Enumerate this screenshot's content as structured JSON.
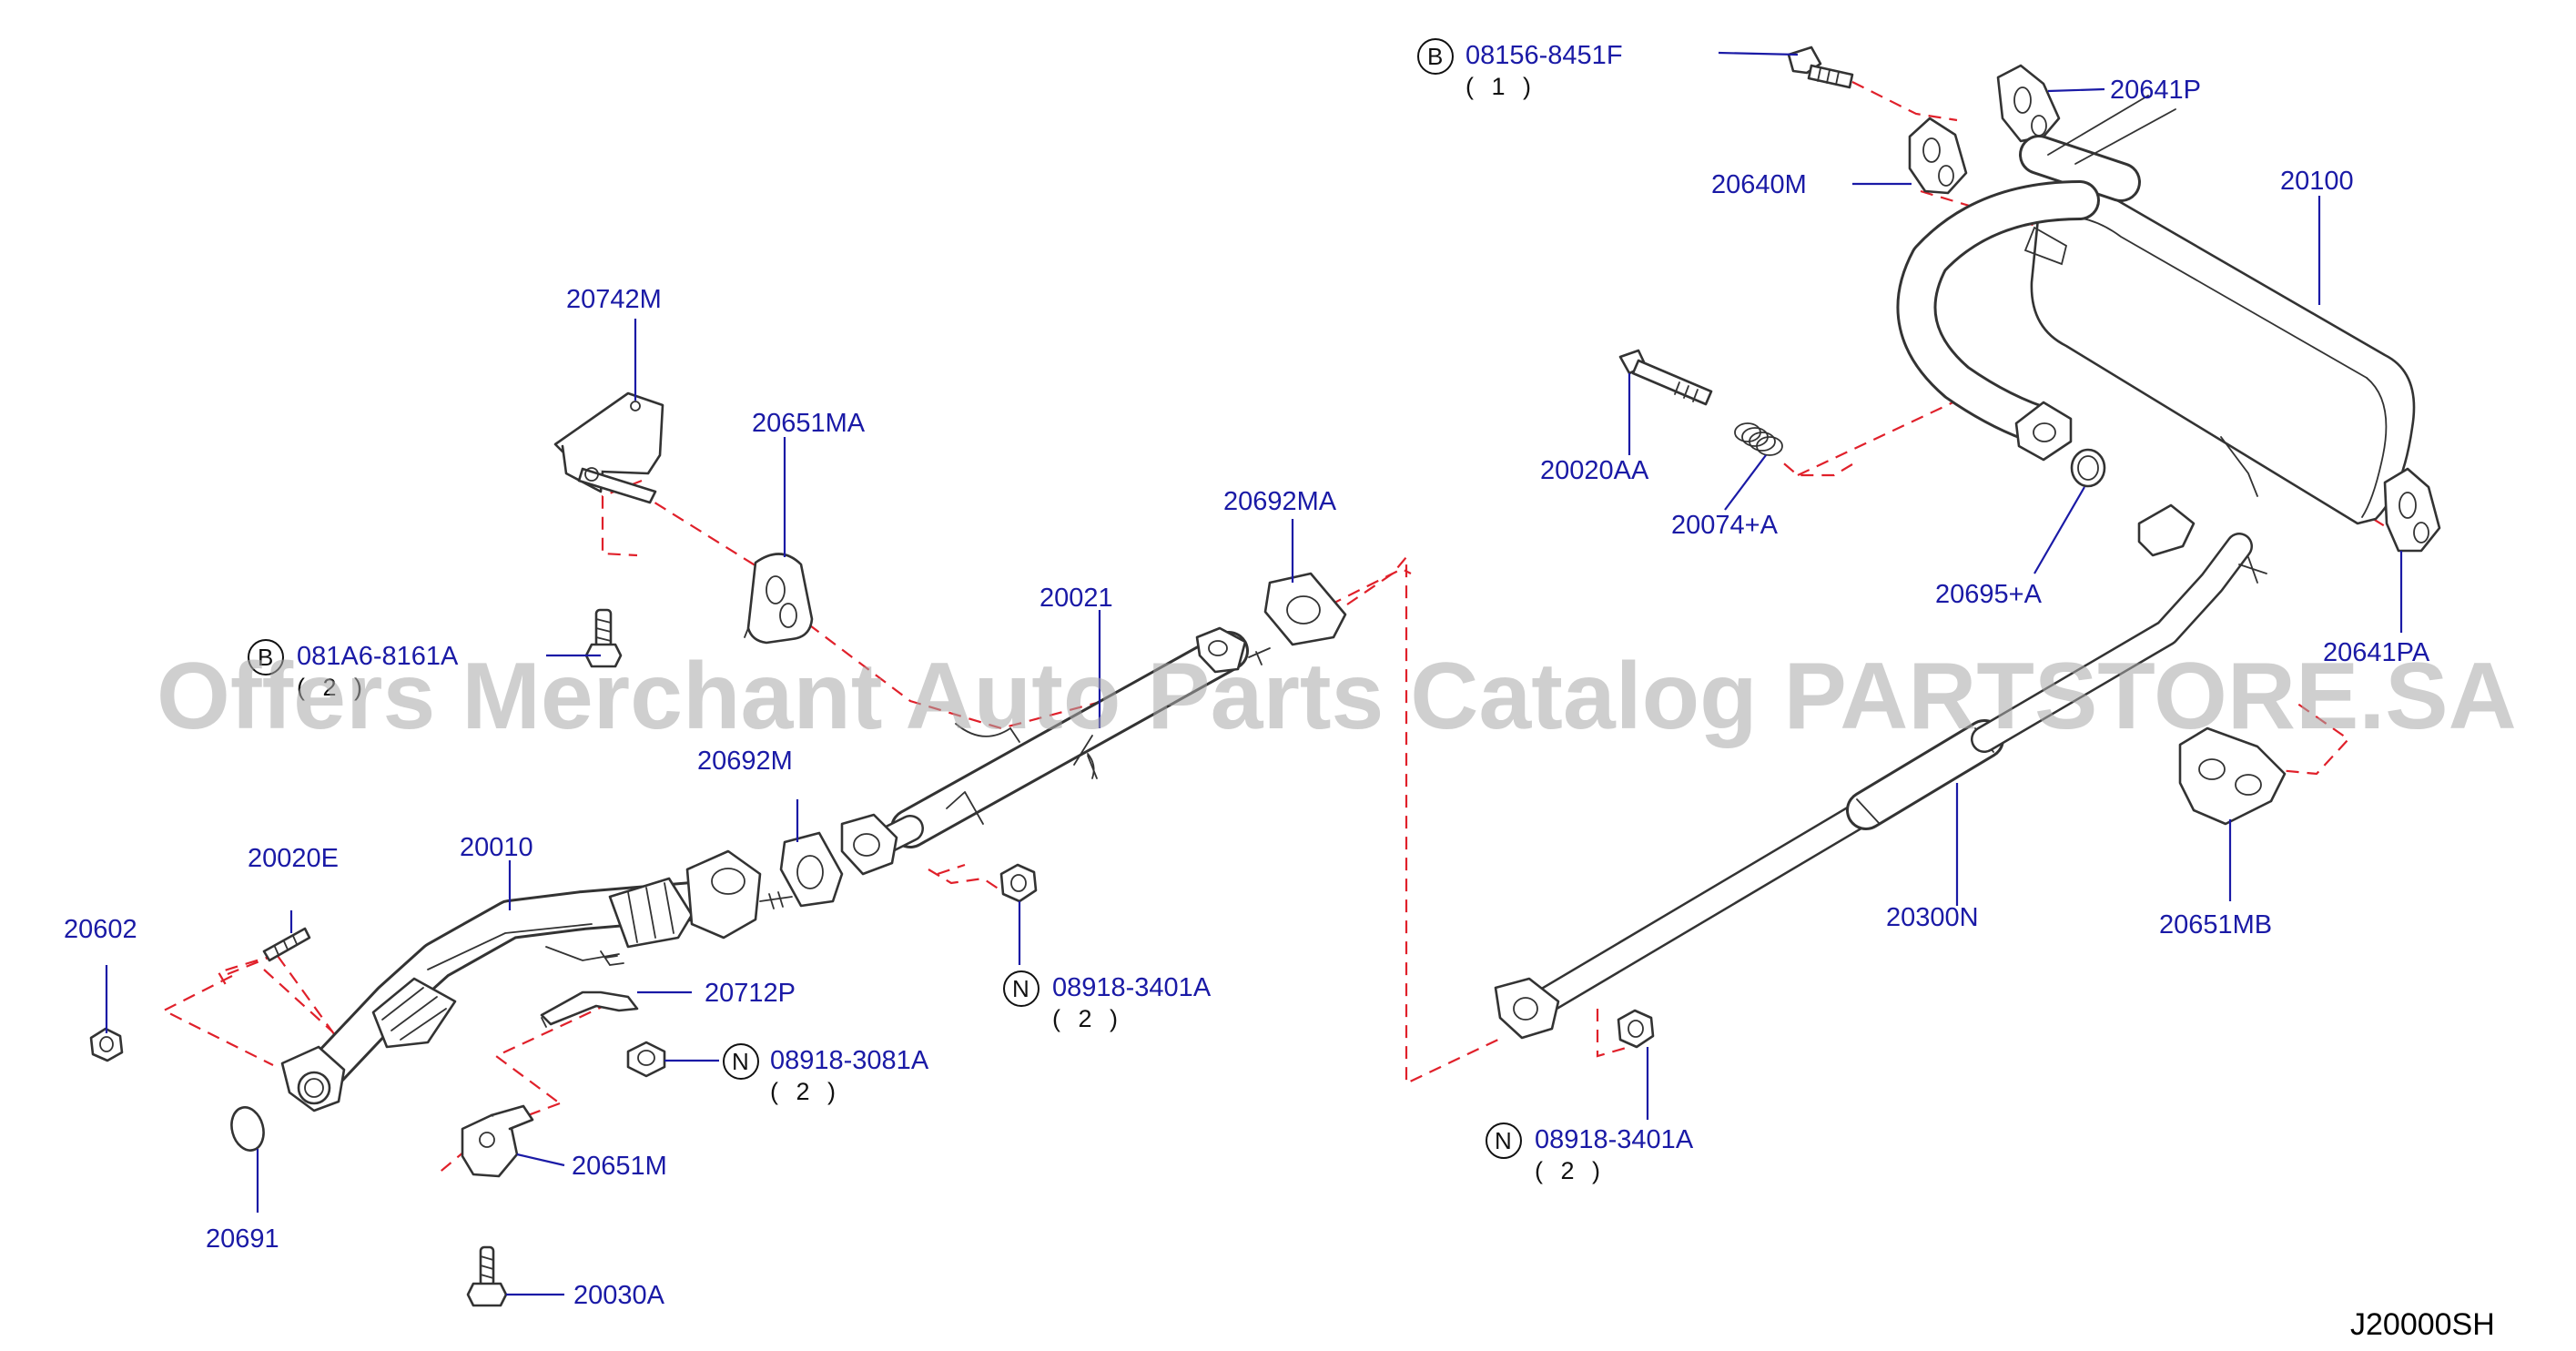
{
  "diagram_code": "J20000SH",
  "watermark": "Offers Merchant Auto Parts Catalog PARTSTORE.SA",
  "parts": {
    "p20742m": "20742M",
    "p20651ma": "20651MA",
    "p20021": "20021",
    "p20692ma": "20692MA",
    "p20692m": "20692M",
    "p20010": "20010",
    "p20020e": "20020E",
    "p20602": "20602",
    "p20712p": "20712P",
    "p20651m": "20651M",
    "p20691": "20691",
    "p20030a": "20030A",
    "p20641p": "20641P",
    "p20640m": "20640M",
    "p20100": "20100",
    "p20020aa": "20020AA",
    "p20074a": "20074+A",
    "p20695a": "20695+A",
    "p20641pa": "20641PA",
    "p20300n": "20300N",
    "p20651mb": "20651MB"
  },
  "callouts": {
    "bolt_b_upper": {
      "letter": "B",
      "part": "08156-8451F",
      "qty": "( 1 )"
    },
    "bolt_b_lower": {
      "letter": "B",
      "part": "081A6-8161A",
      "qty": "( 2 )"
    },
    "nut_n_center": {
      "letter": "N",
      "part": "08918-3401A",
      "qty": "( 2 )"
    },
    "nut_n_left": {
      "letter": "N",
      "part": "08918-3081A",
      "qty": "( 2 )"
    },
    "nut_n_right": {
      "letter": "N",
      "part": "08918-3401A",
      "qty": "( 2 )"
    }
  },
  "colors": {
    "label": "#1a1aa6",
    "line_art": "#333333",
    "dash": "#e0202a",
    "watermark": "#a9a9a9"
  }
}
